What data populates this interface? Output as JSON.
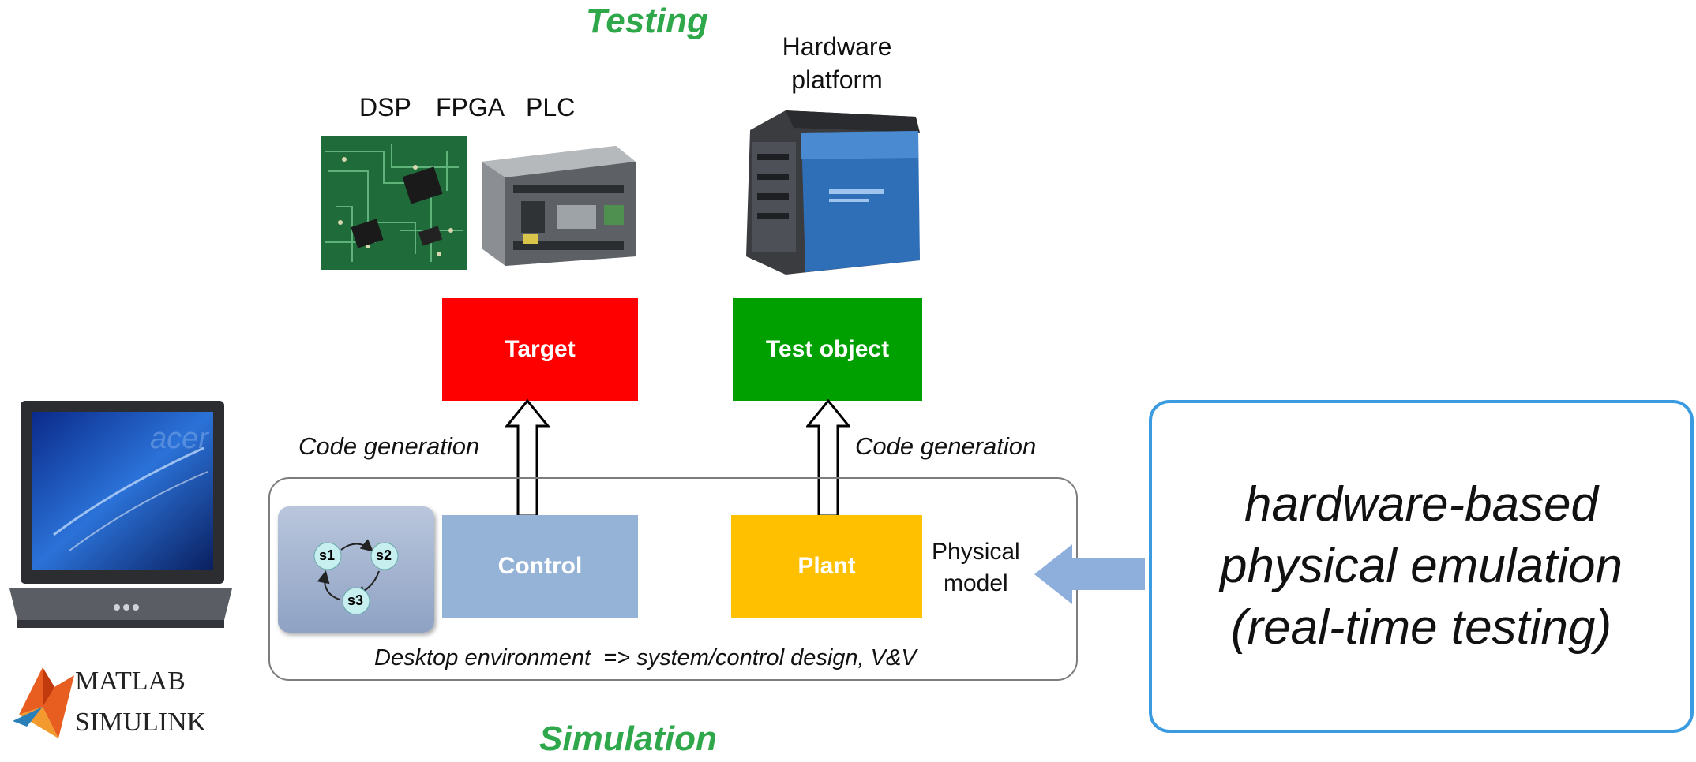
{
  "titles": {
    "testing": "Testing",
    "simulation": "Simulation"
  },
  "hardware_labels": {
    "dsp": "DSP",
    "fpga": "FPGA",
    "plc": "PLC",
    "platform_line1": "Hardware",
    "platform_line2": "platform"
  },
  "boxes": {
    "target": "Target",
    "test_object": "Test object",
    "control": "Control",
    "plant": "Plant"
  },
  "code_generation_left": "Code generation",
  "code_generation_right": "Code generation",
  "physical_model": {
    "line1": "Physical",
    "line2": "model"
  },
  "states": [
    "s1",
    "s2",
    "s3"
  ],
  "desktop_environment": "Desktop environment  => system/control design, V&V",
  "callout": {
    "line1": "hardware-based",
    "line2": "physical emulation",
    "line3": "(real-time testing)"
  },
  "logo": {
    "line1": "MATLAB",
    "line2": "SIMULINK"
  },
  "laptop_brand": "acer",
  "colors": {
    "target": "#ff0000",
    "test_object": "#00a000",
    "control": "#95b3d7",
    "plant": "#ffc000",
    "title_green": "#2ea84a",
    "callout_border": "#3a9be0",
    "block_arrow": "#8eaedb"
  }
}
